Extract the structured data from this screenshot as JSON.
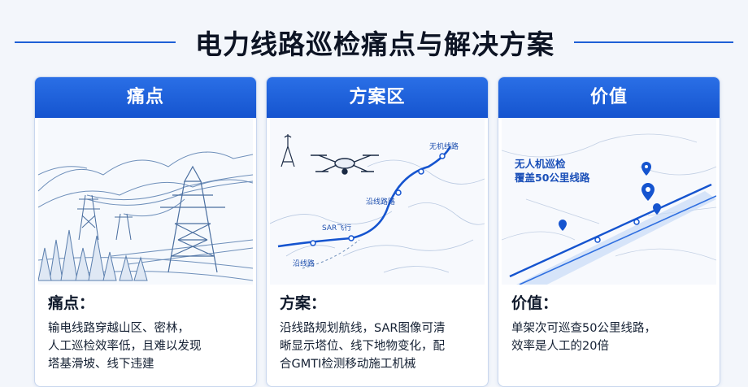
{
  "title": "电力线路巡检痛点与解决方案",
  "colors": {
    "accent": "#1e5fd6",
    "header": "#1a5bd8",
    "line_art": "#5b7fae"
  },
  "cards": [
    {
      "header": "痛点",
      "subtitle": "痛点：",
      "text_lines": [
        "输电线路穿越山区、密林，",
        "人工巡检效率低，且难以发现",
        "塔基滑坡、线下违建"
      ]
    },
    {
      "header": "方案区",
      "subtitle": "方案：",
      "text_lines": [
        "沿线路规划航线，SAR图像可清",
        "晰显示塔位、线下地物变化，配",
        "合GMTI检测移动施工机械"
      ],
      "map_labels": {
        "top_right": "无机线路",
        "middle": "沿线路路",
        "sar": "SAR飞行",
        "bottom": "沿线路"
      }
    },
    {
      "header": "价值",
      "subtitle": "价值：",
      "text_lines": [
        "单架次可巡查50公里线路，",
        "效率是人工的20倍"
      ],
      "map_label_lines": [
        "无人机巡检",
        "覆盖50公里线路"
      ]
    }
  ],
  "icons": [
    "power-tower-icon",
    "drone-icon",
    "location-pin-icon",
    "antenna-tower-icon"
  ]
}
